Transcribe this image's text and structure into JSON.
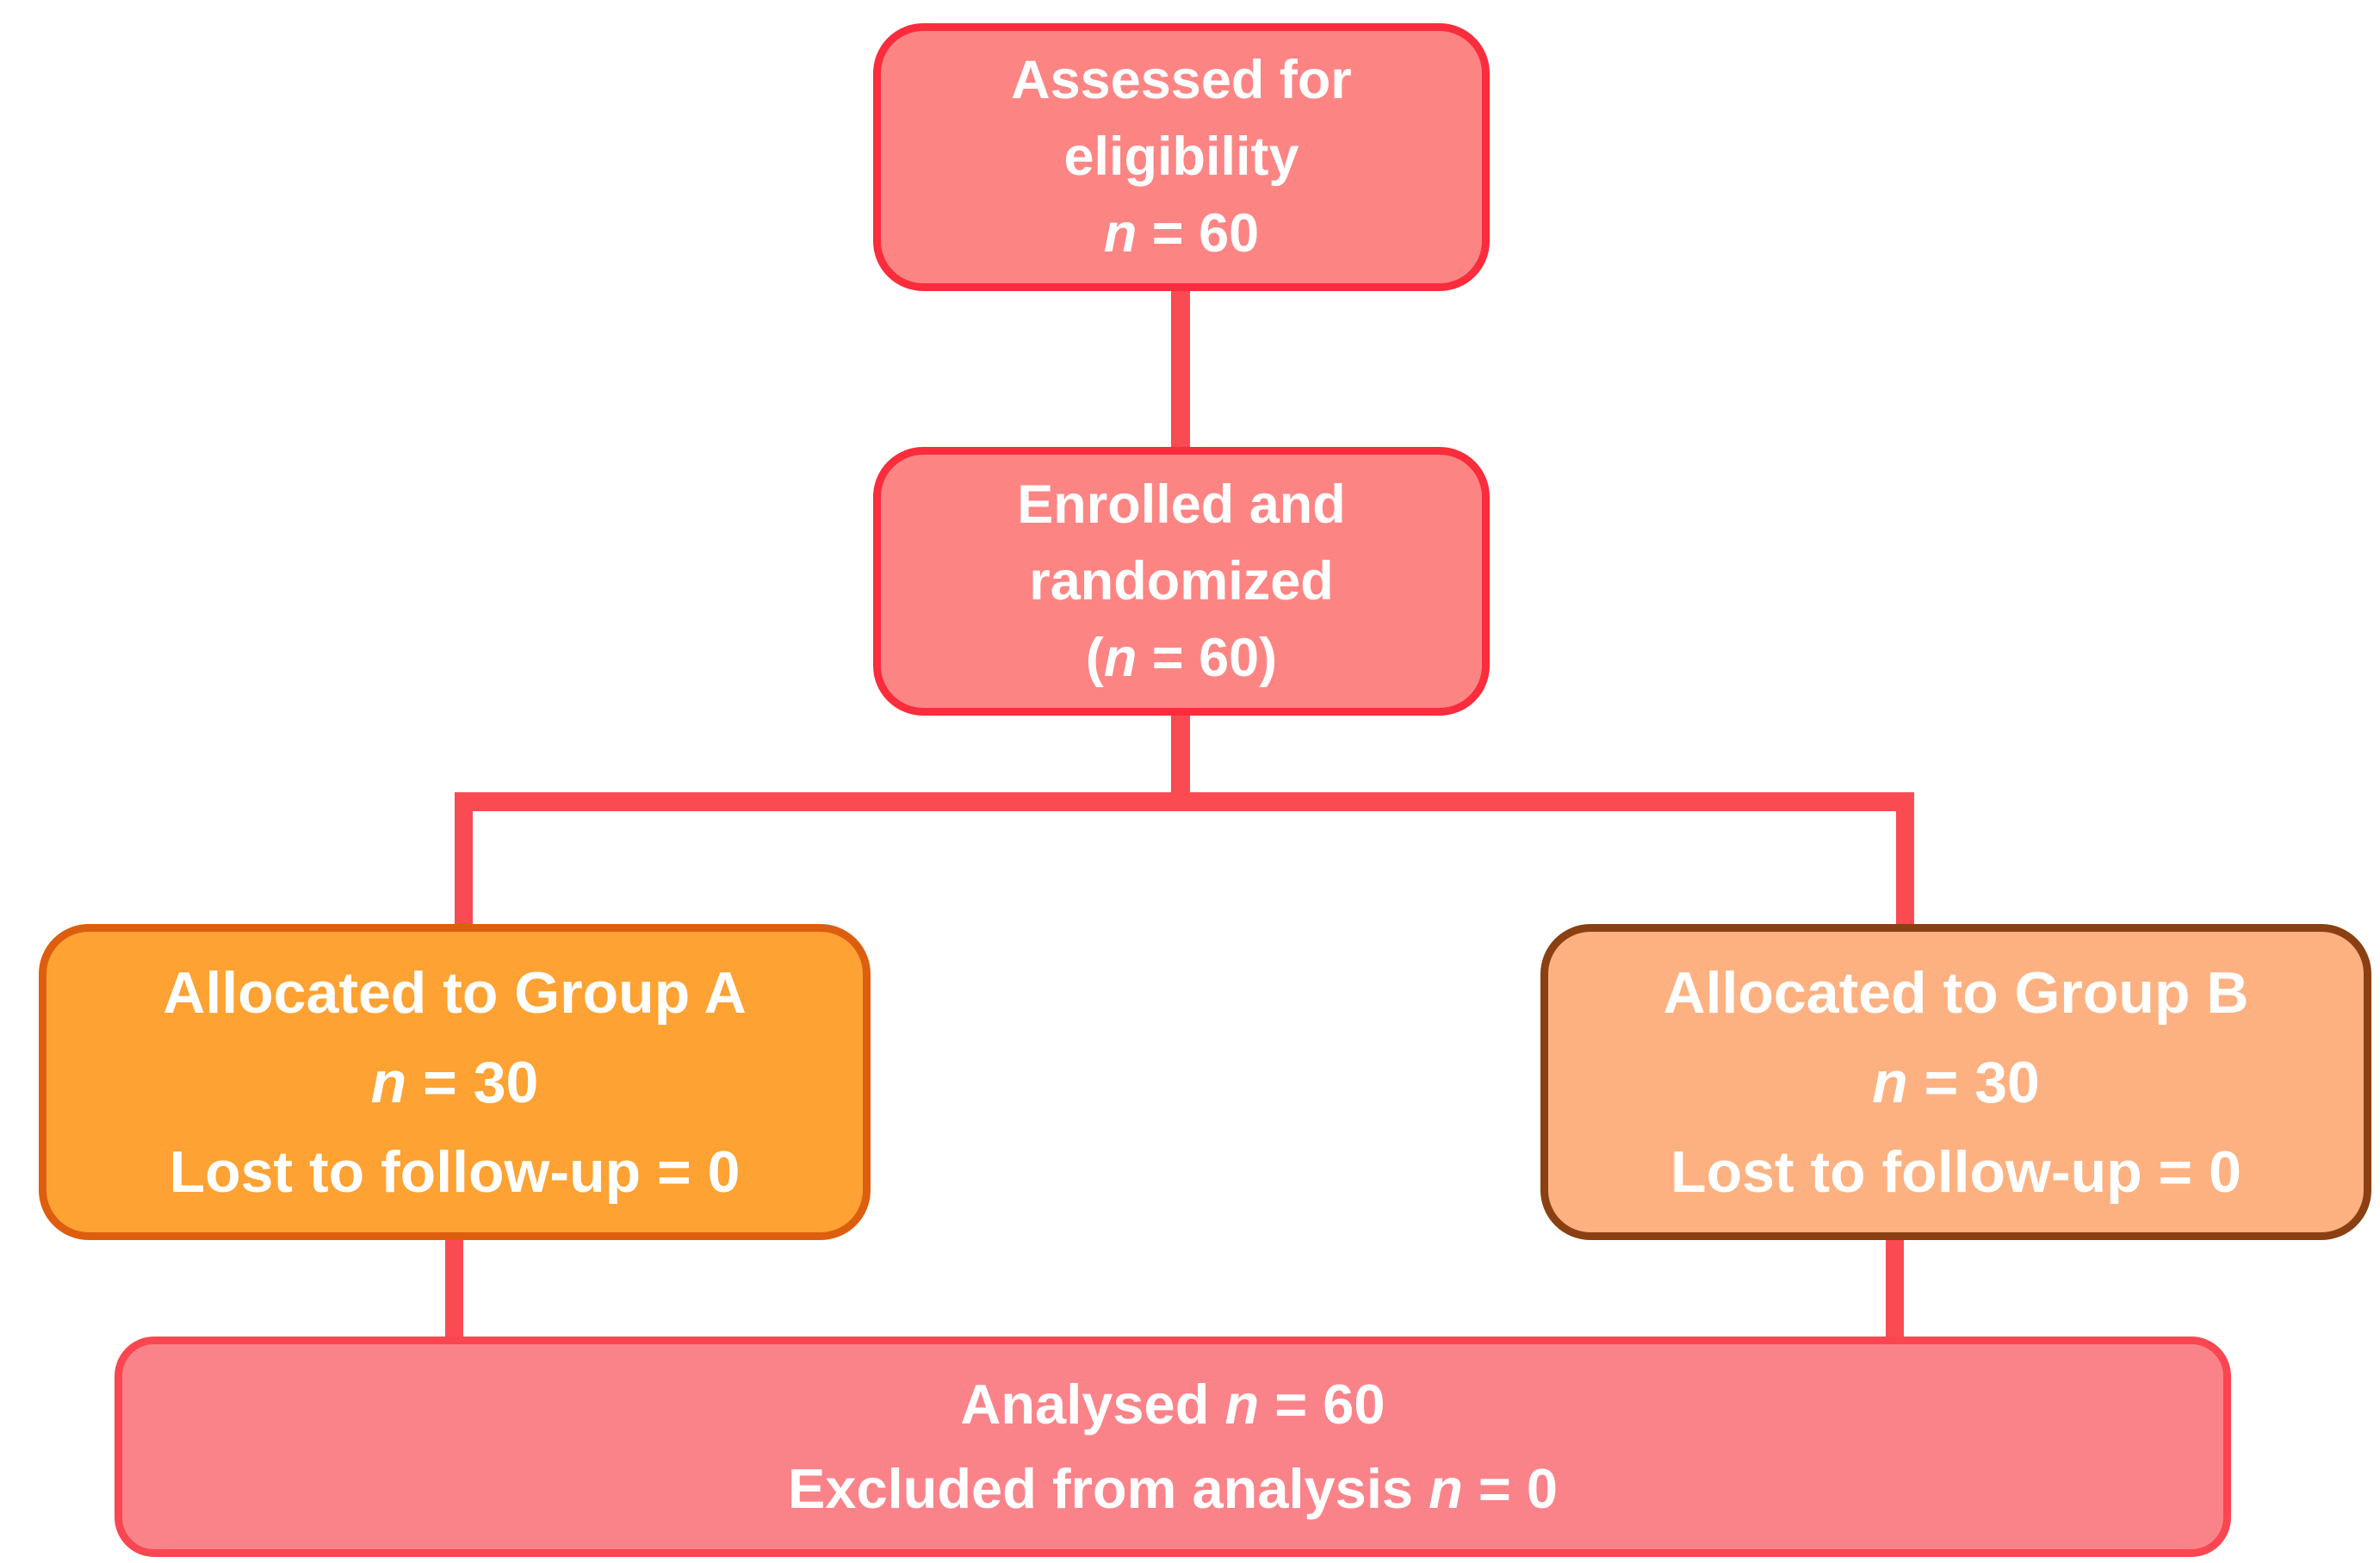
{
  "colors": {
    "background": "#FFFFFF",
    "text": "#FFFFFF",
    "salmon_fill": "#FC8584",
    "salmon_border": "#FB2C3C",
    "analysed_fill": "#FA838A",
    "analysed_border": "#FA4650",
    "orange_fill": "#FDA233",
    "orange_border": "#DD5E0E",
    "peach_fill": "#FDB181",
    "peach_border": "#8A4012",
    "connector": "#FA4A52"
  },
  "nodes": {
    "assessed": {
      "line1": "Assessed for",
      "line2": "eligibility",
      "line3_n": "n",
      "line3_post": " = 60"
    },
    "enrolled": {
      "line1": "Enrolled and",
      "line2": "randomized",
      "line3_pre": "(",
      "line3_n": "n",
      "line3_post": " = 60)"
    },
    "group_a": {
      "line1": "Allocated to Group A",
      "line2_n": "n",
      "line2_post": " = 30",
      "line3": "Lost to follow-up = 0"
    },
    "group_b": {
      "line1": "Allocated to Group B",
      "line2_n": "n",
      "line2_post": " = 30",
      "line3": "Lost to follow-up = 0"
    },
    "analysed": {
      "line1_pre": "Analysed ",
      "line1_n": "n",
      "line1_post": " = 60",
      "line2_pre": "Excluded from analysis ",
      "line2_n": "n",
      "line2_post": " = 0"
    }
  }
}
